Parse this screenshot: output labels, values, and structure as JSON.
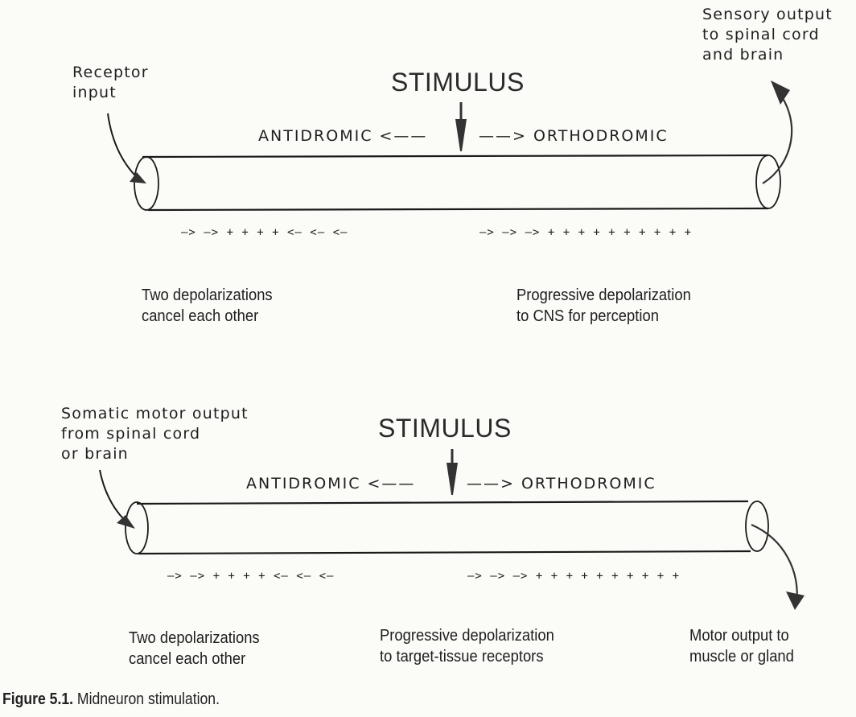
{
  "panels": [
    {
      "id": "sensory",
      "stimulus_label": "STIMULUS",
      "antidromic_label": "ANTIDROMIC <——",
      "orthodromic_label": "——> ORTHODROMIC",
      "input_label": "Receptor\ninput",
      "output_label": "Sensory output\nto spinal cord\nand brain",
      "depolarization_sequence_left": "—> —> + + + + <— <— <—",
      "depolarization_sequence_right": "—> —> —> + + + + + + + + + +",
      "caption_left": "Two depolarizations\ncancel each other",
      "caption_right": "Progressive depolarization\nto CNS for perception"
    },
    {
      "id": "motor",
      "stimulus_label": "STIMULUS",
      "antidromic_label": "ANTIDROMIC <——",
      "orthodromic_label": "——> ORTHODROMIC",
      "input_label": "Somatic motor output\nfrom spinal cord\nor brain",
      "depolarization_sequence_left": "—> —> + + + + <— <— <—",
      "depolarization_sequence_right": "—> —> —> + + + + + + + + + +",
      "caption_left": "Two depolarizations\ncancel each other",
      "caption_middle": "Progressive depolarization\nto target-tissue receptors",
      "caption_right": "Motor output to\nmuscle or gland"
    }
  ],
  "figure_caption": {
    "number": "Figure 5.1.",
    "text": " Midneuron stimulation."
  }
}
